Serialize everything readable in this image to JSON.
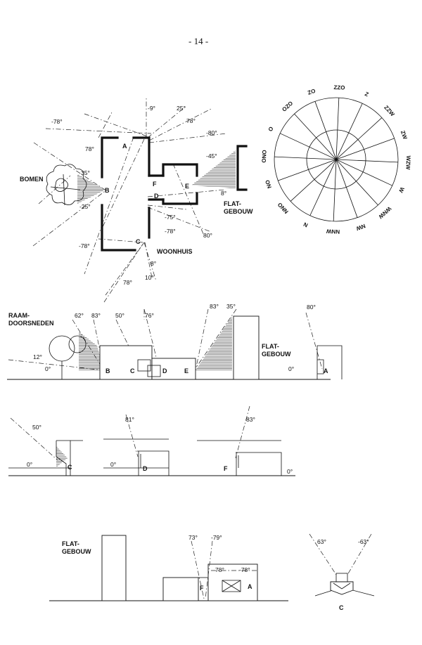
{
  "page_number": "- 14 -",
  "plan": {
    "labels": {
      "bomen": "BOMEN",
      "woonhuis": "WOONHUIS",
      "flat_1": "FLAT-",
      "flat_2": "GEBOUW"
    },
    "rooms": {
      "a": "A",
      "b": "B",
      "c": "C",
      "d": "D",
      "e": "E",
      "f": "F"
    },
    "angles": {
      "m78_left": "-78°",
      "p78_left": "78°",
      "m9": "-9°",
      "p25_top": "25°",
      "p78_top": "78°",
      "m80": "-80°",
      "m45": "-45°",
      "p8_right": "8°",
      "p35": "35°",
      "m25": "-25°",
      "m75": "-75°",
      "m78_mid": "-78°",
      "p80_bottom": "80°",
      "m78_bottom": "-78°",
      "p8_bottom": "8°",
      "p10": "10°",
      "p78_bottom": "78°"
    }
  },
  "compass": {
    "points": [
      {
        "label": "Z",
        "angle": 0
      },
      {
        "label": "ZZW",
        "angle": 22.5
      },
      {
        "label": "ZW",
        "angle": 45
      },
      {
        "label": "WZW",
        "angle": 67.5
      },
      {
        "label": "W",
        "angle": 90
      },
      {
        "label": "WNW",
        "angle": 112.5
      },
      {
        "label": "NW",
        "angle": 135
      },
      {
        "label": "NNW",
        "angle": 157.5
      },
      {
        "label": "N",
        "angle": 180
      },
      {
        "label": "NNO",
        "angle": 202.5
      },
      {
        "label": "NO",
        "angle": 225
      },
      {
        "label": "ONO",
        "angle": 247.5
      },
      {
        "label": "O",
        "angle": 270
      },
      {
        "label": "OZO",
        "angle": 292.5
      },
      {
        "label": "ZO",
        "angle": 315
      },
      {
        "label": "ZZO",
        "angle": 337.5
      }
    ]
  },
  "section1": {
    "title_1": "RAAM-",
    "title_2": "DOORSNEDEN",
    "flat_1": "FLAT-",
    "flat_2": "GEBOUW",
    "rooms": {
      "b": "B",
      "c": "C",
      "d": "D",
      "e": "E",
      "a": "A"
    },
    "angles": {
      "p62": "62°",
      "p83_left": "83°",
      "p50": "50°",
      "p76": "76°",
      "p83_right": "83°",
      "p35": "35°",
      "p80": "80°",
      "p12": "12°",
      "p0_left": "0°",
      "p0_right": "0°"
    }
  },
  "section2": {
    "rooms": {
      "c": "C",
      "d": "D",
      "f": "F"
    },
    "angles": {
      "p50": "50°",
      "p0_c": "0°",
      "p81": "81°",
      "p0_d": "0°",
      "p83": "83°",
      "p0_f": "0°"
    }
  },
  "section3": {
    "flat_1": "FLAT-",
    "flat_2": "GEBOUW",
    "rooms": {
      "f": "F",
      "a": "A",
      "c": "C"
    },
    "angles": {
      "p73": "73°",
      "m79": "-79°",
      "p78": "78°",
      "m78": "-78°",
      "p63": "63°",
      "m63": "-63°"
    }
  }
}
